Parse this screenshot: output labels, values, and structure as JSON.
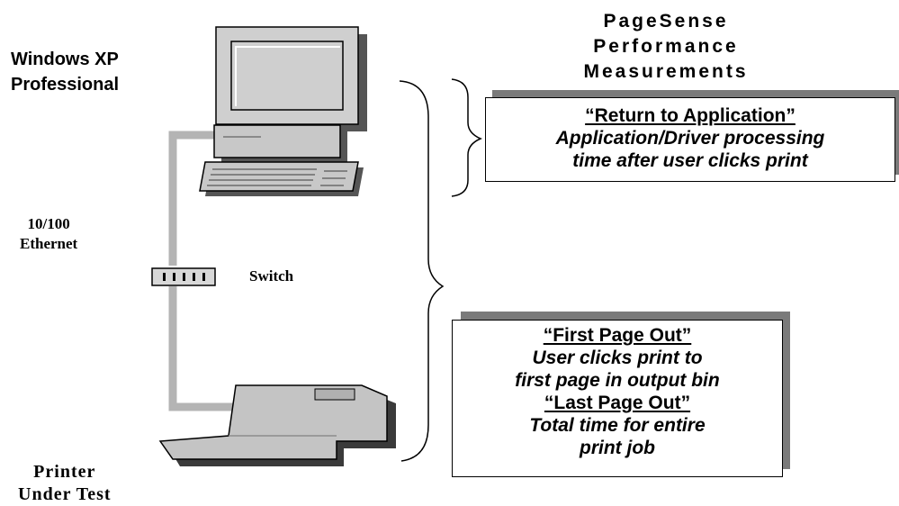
{
  "title": {
    "line1": "PageSense",
    "line2": "Performance",
    "line3": "Measurements"
  },
  "labels": {
    "os_line1": "Windows XP",
    "os_line2": "Professional",
    "network_line1": "10/100",
    "network_line2": "Ethernet",
    "switch": "Switch",
    "printer_line1": "Printer",
    "printer_line2": "Under Test"
  },
  "measurements": [
    {
      "heading": "“Return to Application”",
      "line1": "Application/Driver processing",
      "line2": "time after user clicks print"
    },
    {
      "heading": "“First Page Out”",
      "line1": "User clicks print to",
      "line2": "first page in output bin"
    },
    {
      "heading": "“Last Page Out”",
      "line1": "Total time for entire",
      "line2": "print job"
    }
  ],
  "colors": {
    "cable": "#b4b4b4",
    "device_fill": "#c8c8c8",
    "shadow": "#7a7a7a",
    "outline": "#000000"
  }
}
